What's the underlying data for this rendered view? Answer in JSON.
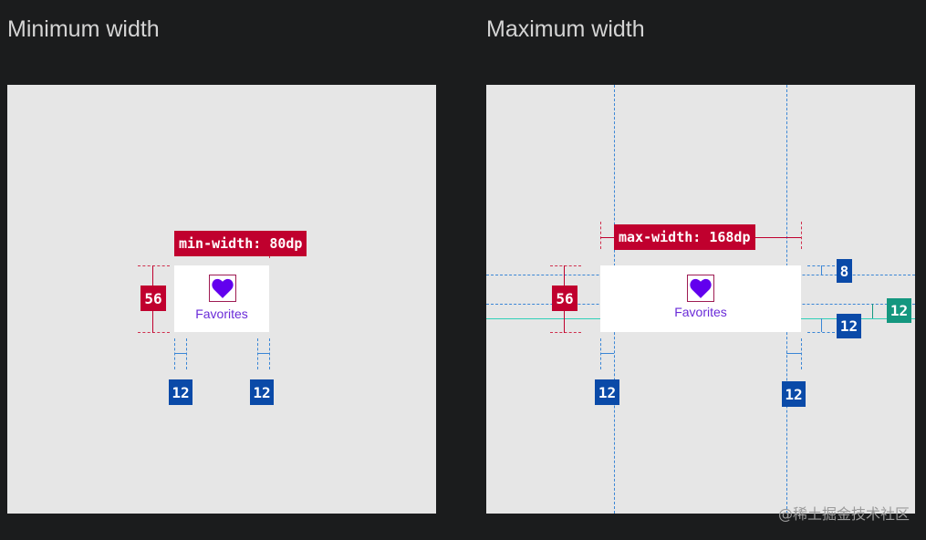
{
  "left": {
    "title": "Minimum width",
    "width_label": "min-width: 80dp",
    "height_value": "56",
    "padding_left": "12",
    "padding_right": "12",
    "item_label": "Favorites"
  },
  "right": {
    "title": "Maximum width",
    "width_label": "max-width: 168dp",
    "height_value": "56",
    "padding_left": "12",
    "padding_right": "12",
    "top_padding": "8",
    "icon_label_gap": "12",
    "bottom_padding": "12",
    "item_label": "Favorites"
  },
  "icon": "heart-icon",
  "colors": {
    "background": "#1b1c1d",
    "panel": "#e6e6e6",
    "measure_red": "#c0002e",
    "measure_blue": "#0a4aa8",
    "measure_teal": "#14977f",
    "icon_purple": "#6200ee"
  },
  "watermark": "@稀土掘金技术社区"
}
